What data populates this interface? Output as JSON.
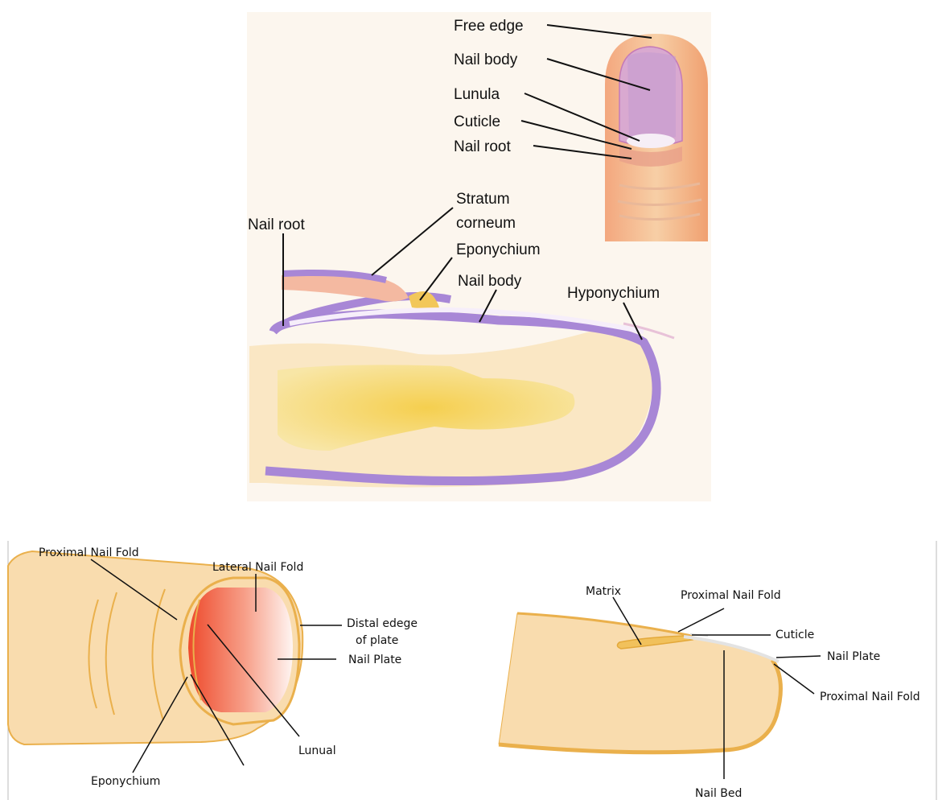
{
  "top_illustration": {
    "labels": {
      "free_edge": "Free edge",
      "nail_body_front": "Nail body",
      "lunula": "Lunula",
      "cuticle": "Cuticle",
      "nail_root_front": "Nail root",
      "stratum_corneum_1": "Stratum",
      "stratum_corneum_2": "corneum",
      "nail_root_section": "Nail root",
      "eponychium": "Eponychium",
      "nail_body_section": "Nail body",
      "hyponychium": "Hyponychium"
    }
  },
  "bottom_left_diagram": {
    "labels": {
      "proximal_nail_fold": "Proximal Nail Fold",
      "lateral_nail_fold": "Lateral Nail Fold",
      "distal_edge_1": "Distal edege",
      "distal_edge_2": "of plate",
      "nail_plate": "Nail Plate",
      "lunual": "Lunual",
      "eponychium": "Eponychium"
    }
  },
  "bottom_right_diagram": {
    "labels": {
      "matrix": "Matrix",
      "proximal_nail_fold_top": "Proximal Nail Fold",
      "cuticle": "Cuticle",
      "nail_plate": "Nail Plate",
      "proximal_nail_fold_bottom": "Proximal Nail Fold",
      "nail_bed": "Nail Bed"
    }
  },
  "colors": {
    "skin": "#f9dcae",
    "skin_outline": "#e8b04a",
    "nail_red": "#ef5a3a",
    "tissue_purple": "#a98ad8",
    "fat_yellow": "#f6d65e"
  }
}
